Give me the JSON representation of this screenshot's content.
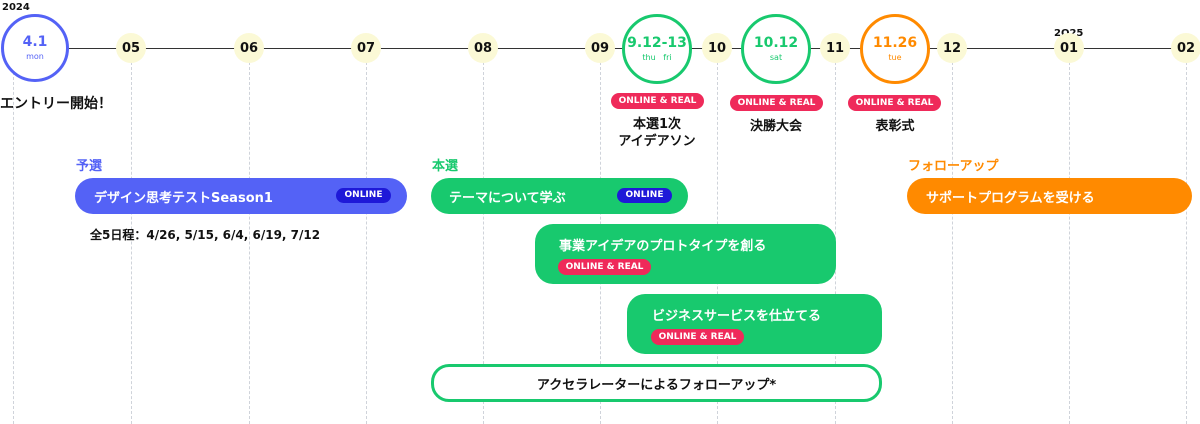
{
  "timeline": {
    "start_year": "2024",
    "end_year": "2O25",
    "months": [
      "05",
      "06",
      "07",
      "08",
      "09",
      "10",
      "11",
      "12",
      "01",
      "02"
    ],
    "start": {
      "date": "4.1",
      "day": "mon",
      "label": "エントリー開始！"
    },
    "events": [
      {
        "date": "9.12-13",
        "day": "thu   fri",
        "badge": "ONLINE & REAL",
        "label_line1": "本選1次",
        "label_line2": "アイデアソン",
        "color": "#18c96e"
      },
      {
        "date": "10.12",
        "day": "sat",
        "badge": "ONLINE & REAL",
        "label_line1": "決勝大会",
        "color": "#18c96e"
      },
      {
        "date": "11.26",
        "day": "tue",
        "badge": "ONLINE & REAL",
        "label_line1": "表彰式",
        "color": "#ff8a00"
      }
    ]
  },
  "sections": {
    "prelim": {
      "title": "予選",
      "color": "#5462f6"
    },
    "main": {
      "title": "本選",
      "color": "#18c96e"
    },
    "followup": {
      "title": "フォローアップ",
      "color": "#ff8a00"
    }
  },
  "bars": {
    "design": {
      "text": "デザイン思考テストSeason1",
      "badge": "ONLINE",
      "schedule": "全5日程：4/26, 5/15, 6/4, 6/19, 7/12"
    },
    "theme": {
      "text": "テーマについて学ぶ",
      "badge": "ONLINE"
    },
    "prototype": {
      "text": "事業アイデアのプロトタイプを創る",
      "badge": "ONLINE & REAL"
    },
    "service": {
      "text": "ビジネスサービスを仕立てる",
      "badge": "ONLINE & REAL"
    },
    "accelerator": {
      "text": "アクセラレーターによるフォローアップ*"
    },
    "support": {
      "text": "サポートプログラムを受ける"
    }
  },
  "colors": {
    "blue": "#5462f6",
    "green": "#18c96e",
    "orange": "#ff8a00",
    "red_badge": "#ef2a5a",
    "dark_blue_badge": "#1e19d8",
    "month_dot": "#fbf9d6"
  }
}
